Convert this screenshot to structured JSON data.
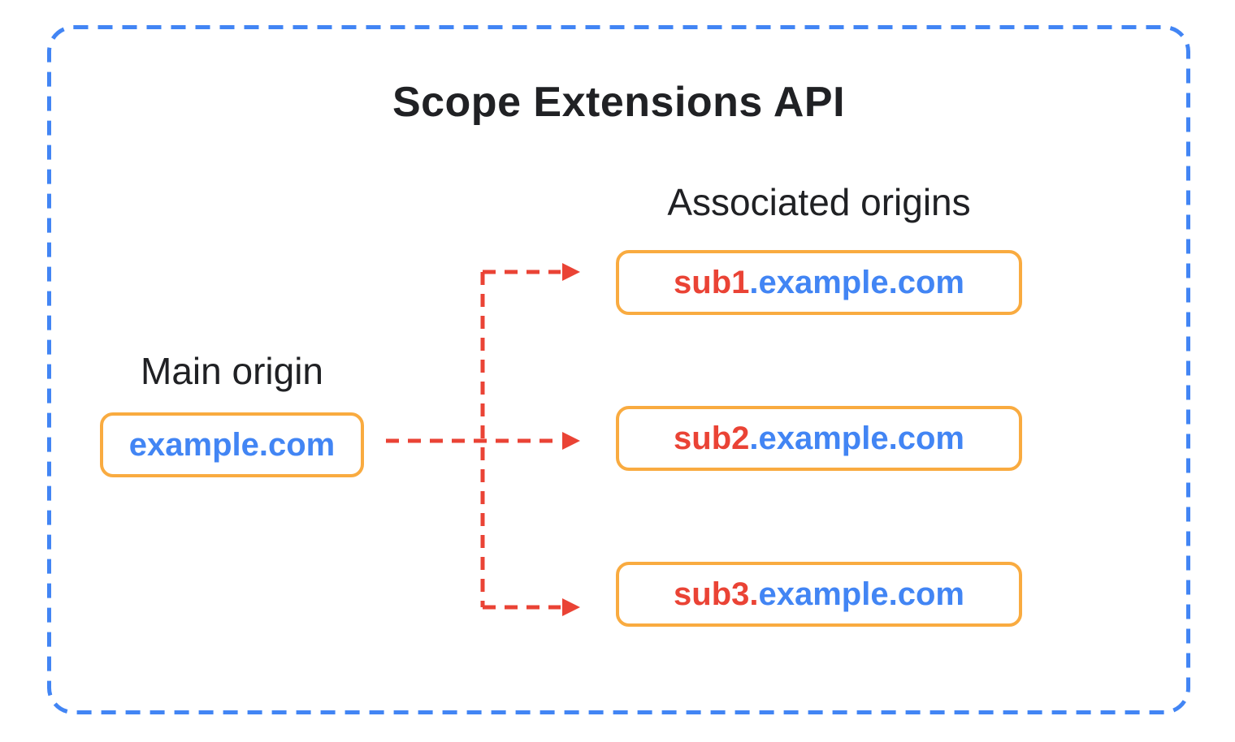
{
  "diagram": {
    "title": "Scope Extensions API",
    "main_origin": {
      "label": "Main origin",
      "domain": "example.com"
    },
    "associated_origins": {
      "label": "Associated origins",
      "items": [
        {
          "red": "sub1",
          "blue": ".example.com"
        },
        {
          "red": "sub2",
          "blue": ".example.com"
        },
        {
          "red": "sub3.",
          "blue": "example.com"
        }
      ]
    },
    "icons": {
      "arrowhead": "solid right-pointing triangle"
    },
    "colors": {
      "outer_border_blue": "#4285F4",
      "box_border_orange": "#F9AB40",
      "domain_blue": "#4285F4",
      "domain_red": "#EA4335",
      "arrow_red": "#EA4335",
      "text_color": "#202124",
      "background": "#FFFFFF"
    }
  }
}
